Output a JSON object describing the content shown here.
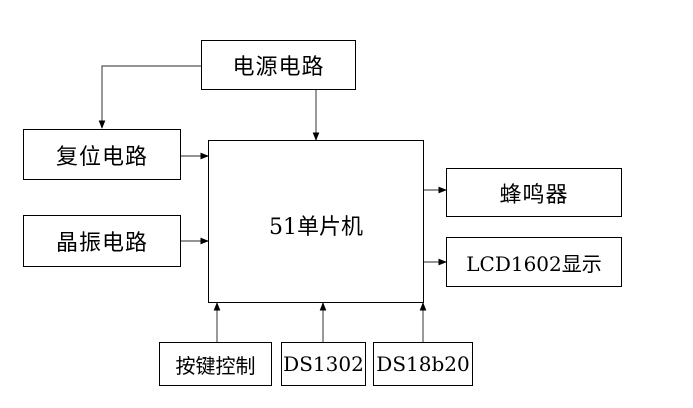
{
  "diagram": {
    "power": "电源电路",
    "reset": "复位电路",
    "crystal": "晶振电路",
    "mcu": "51单片机",
    "buzzer": "蜂鸣器",
    "lcd": "LCD1602显示",
    "keys": "按键控制",
    "rtc": "DS1302",
    "temp": "DS18b20"
  },
  "colors": {
    "line": "#000000",
    "background": "#ffffff"
  }
}
